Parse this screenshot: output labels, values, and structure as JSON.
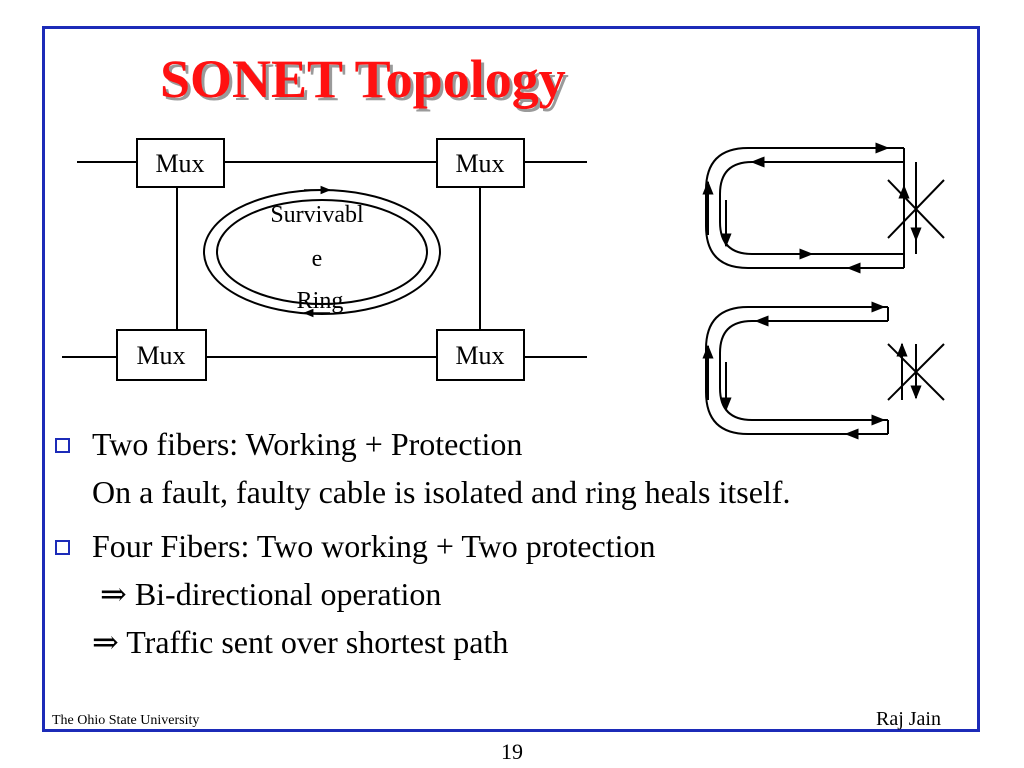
{
  "slide": {
    "title": "SONET Topology",
    "diagram": {
      "mux_labels": [
        "Mux",
        "Mux",
        "Mux",
        "Mux"
      ],
      "ring_label_lines": [
        "Survivabl",
        "e",
        "Ring"
      ]
    },
    "bullets": [
      {
        "lines": [
          "Two fibers: Working + Protection",
          "On a fault, faulty cable is isolated and ring heals itself."
        ]
      },
      {
        "lines": [
          "Four Fibers: Two working + Two protection",
          " ⇒ Bi-directional operation",
          "⇒ Traffic sent over shortest path"
        ]
      }
    ],
    "footer": {
      "left": "The Ohio State University",
      "right": "Raj Jain",
      "page_number": "19"
    }
  },
  "colors": {
    "title": "#ff1111",
    "frame": "#1c2bb8",
    "bullet_box": "#1c2bb8"
  }
}
